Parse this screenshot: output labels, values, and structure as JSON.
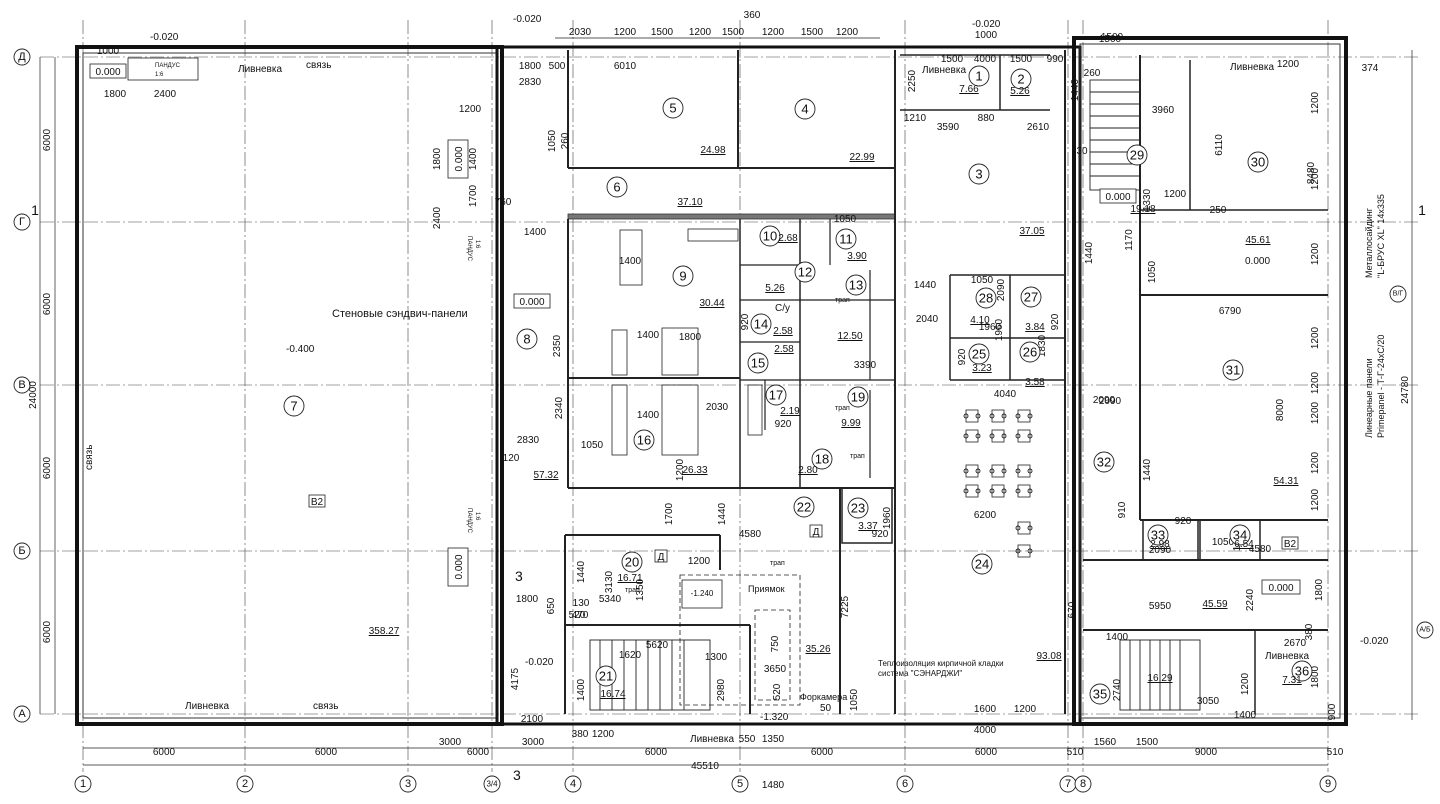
{
  "axes": {
    "columns": [
      "1",
      "2",
      "3",
      "3/4",
      "4",
      "5",
      "6",
      "7",
      "8",
      "9"
    ],
    "rows": [
      "Д",
      "Г",
      "В",
      "Б",
      "А"
    ],
    "row_extra": [
      "1",
      "1",
      "В/Г",
      "А/Б"
    ]
  },
  "bottom_dims": [
    "6000",
    "6000",
    "3000",
    "6000",
    "3000",
    "6000",
    "550",
    "6000",
    "6000",
    "510",
    "1560",
    "1500",
    "9000",
    "510"
  ],
  "bottom_total": "45510",
  "bottom_small": [
    "2100",
    "380",
    "1200",
    "1350",
    "1480"
  ],
  "left_dims": [
    "6000",
    "6000",
    "6000",
    "6000"
  ],
  "left_total": "24000",
  "right_total": "24780",
  "top_dims": [
    "2030",
    "1200",
    "1500",
    "1200",
    "1500",
    "1200",
    "1500",
    "1200",
    "1500",
    "4000",
    "1500",
    "990",
    "1500",
    "1000",
    "360"
  ],
  "levels": [
    "-0.020",
    "-0.020",
    "-0.020",
    "-0.020",
    "-0.020",
    "0.000",
    "0.000",
    "0.000",
    "0.000",
    "0.000",
    "0.000",
    "0.000",
    "-0.400",
    "-1.240",
    "-1.320"
  ],
  "rooms": [
    {
      "num": "1",
      "area": "7.66"
    },
    {
      "num": "2",
      "area": "5.26"
    },
    {
      "num": "3",
      "area": "37.05"
    },
    {
      "num": "4",
      "area": "22.99"
    },
    {
      "num": "5",
      "area": "24.98"
    },
    {
      "num": "6",
      "area": "37.10"
    },
    {
      "num": "7",
      "area": "358.27"
    },
    {
      "num": "8",
      "area": "57.32"
    },
    {
      "num": "9",
      "area": "30.44"
    },
    {
      "num": "10",
      "area": "2.68"
    },
    {
      "num": "11",
      "area": "3.90"
    },
    {
      "num": "12",
      "area": "5.26"
    },
    {
      "num": "13",
      "area": "12.50"
    },
    {
      "num": "14",
      "area": "2.58"
    },
    {
      "num": "15",
      "area": "2.58"
    },
    {
      "num": "16",
      "area": "26.33"
    },
    {
      "num": "17",
      "area": "2.19"
    },
    {
      "num": "18",
      "area": "2.80"
    },
    {
      "num": "19",
      "area": "9.99"
    },
    {
      "num": "20",
      "area": "16.71"
    },
    {
      "num": "21",
      "area": "16.74"
    },
    {
      "num": "22",
      "area": "35.26"
    },
    {
      "num": "23",
      "area": "3.37"
    },
    {
      "num": "24",
      "area": "93.08"
    },
    {
      "num": "25",
      "area": "3.23"
    },
    {
      "num": "26",
      "area": "3.58"
    },
    {
      "num": "27",
      "area": "3.84"
    },
    {
      "num": "28",
      "area": "4.10"
    },
    {
      "num": "29",
      "area": "19.18"
    },
    {
      "num": "30",
      "area": "45.61"
    },
    {
      "num": "31",
      "area": "54.31"
    },
    {
      "num": "32",
      "area": ""
    },
    {
      "num": "33",
      "area": "2.98"
    },
    {
      "num": "34",
      "area": "6.54"
    },
    {
      "num": "35",
      "area": ""
    },
    {
      "num": "36",
      "area": "7.31"
    }
  ],
  "extra_areas": [
    "45.59",
    "16.29",
    "50"
  ],
  "notes": {
    "walls": "Стеновые  сэндвич-панели",
    "ramp": "ПАНДУС",
    "ramp_slope": "1:6",
    "drain": "Ливневка",
    "tie": "связь",
    "pit": "Приямок",
    "forcamera": "Форкамера",
    "insulation_1": "Теплоизоляция кирпичной кладки",
    "insulation_2": "система \"СЭНАРДЖИ\"",
    "siding_1": "Металлосайдинг",
    "siding_2": "\"L-БРУС XL\" 14x335",
    "panels_1": "Линеарные панели",
    "panels_2": "Primepanel - Т-Г-24хС/20",
    "wc": "С/у",
    "trap": "трап",
    "b2": "В2",
    "d": "Д"
  },
  "interior_dims": [
    "1800",
    "2400",
    "1800",
    "500",
    "2830",
    "6010",
    "1050",
    "260",
    "1200",
    "1800",
    "1400",
    "1700",
    "760",
    "1400",
    "2400",
    "1400",
    "2350",
    "2340",
    "2830",
    "120",
    "1050",
    "1400",
    "1800",
    "1400",
    "2030",
    "1200",
    "920",
    "1050",
    "920",
    "3390",
    "1440",
    "2040",
    "920",
    "1960",
    "1050",
    "2090",
    "920",
    "1830",
    "1960",
    "4040",
    "6200",
    "4580",
    "1440",
    "1700",
    "1960",
    "920",
    "7225",
    "3130",
    "1440",
    "5340",
    "470",
    "1350",
    "1200",
    "5620",
    "1300",
    "2980",
    "1620",
    "4175",
    "1400",
    "1800",
    "650",
    "130",
    "520",
    "750",
    "3650",
    "520",
    "1050",
    "1600",
    "1200",
    "4000",
    "670",
    "1400",
    "5950",
    "2240",
    "1800",
    "2670",
    "380",
    "1400",
    "2740",
    "1200",
    "3050",
    "1800",
    "900",
    "2090",
    "920",
    "1050",
    "1430",
    "4580",
    "2090",
    "910",
    "1440",
    "6790",
    "8000",
    "6110",
    "8480",
    "3960",
    "1330",
    "1200",
    "250",
    "1170",
    "1050",
    "1440",
    "1200",
    "1200",
    "1200",
    "1200",
    "1200",
    "1200",
    "1200",
    "1200",
    "2250",
    "1210",
    "3590",
    "880",
    "2610",
    "260",
    "1440",
    "30",
    "1200",
    "374",
    "1500",
    "1000",
    "2090"
  ]
}
